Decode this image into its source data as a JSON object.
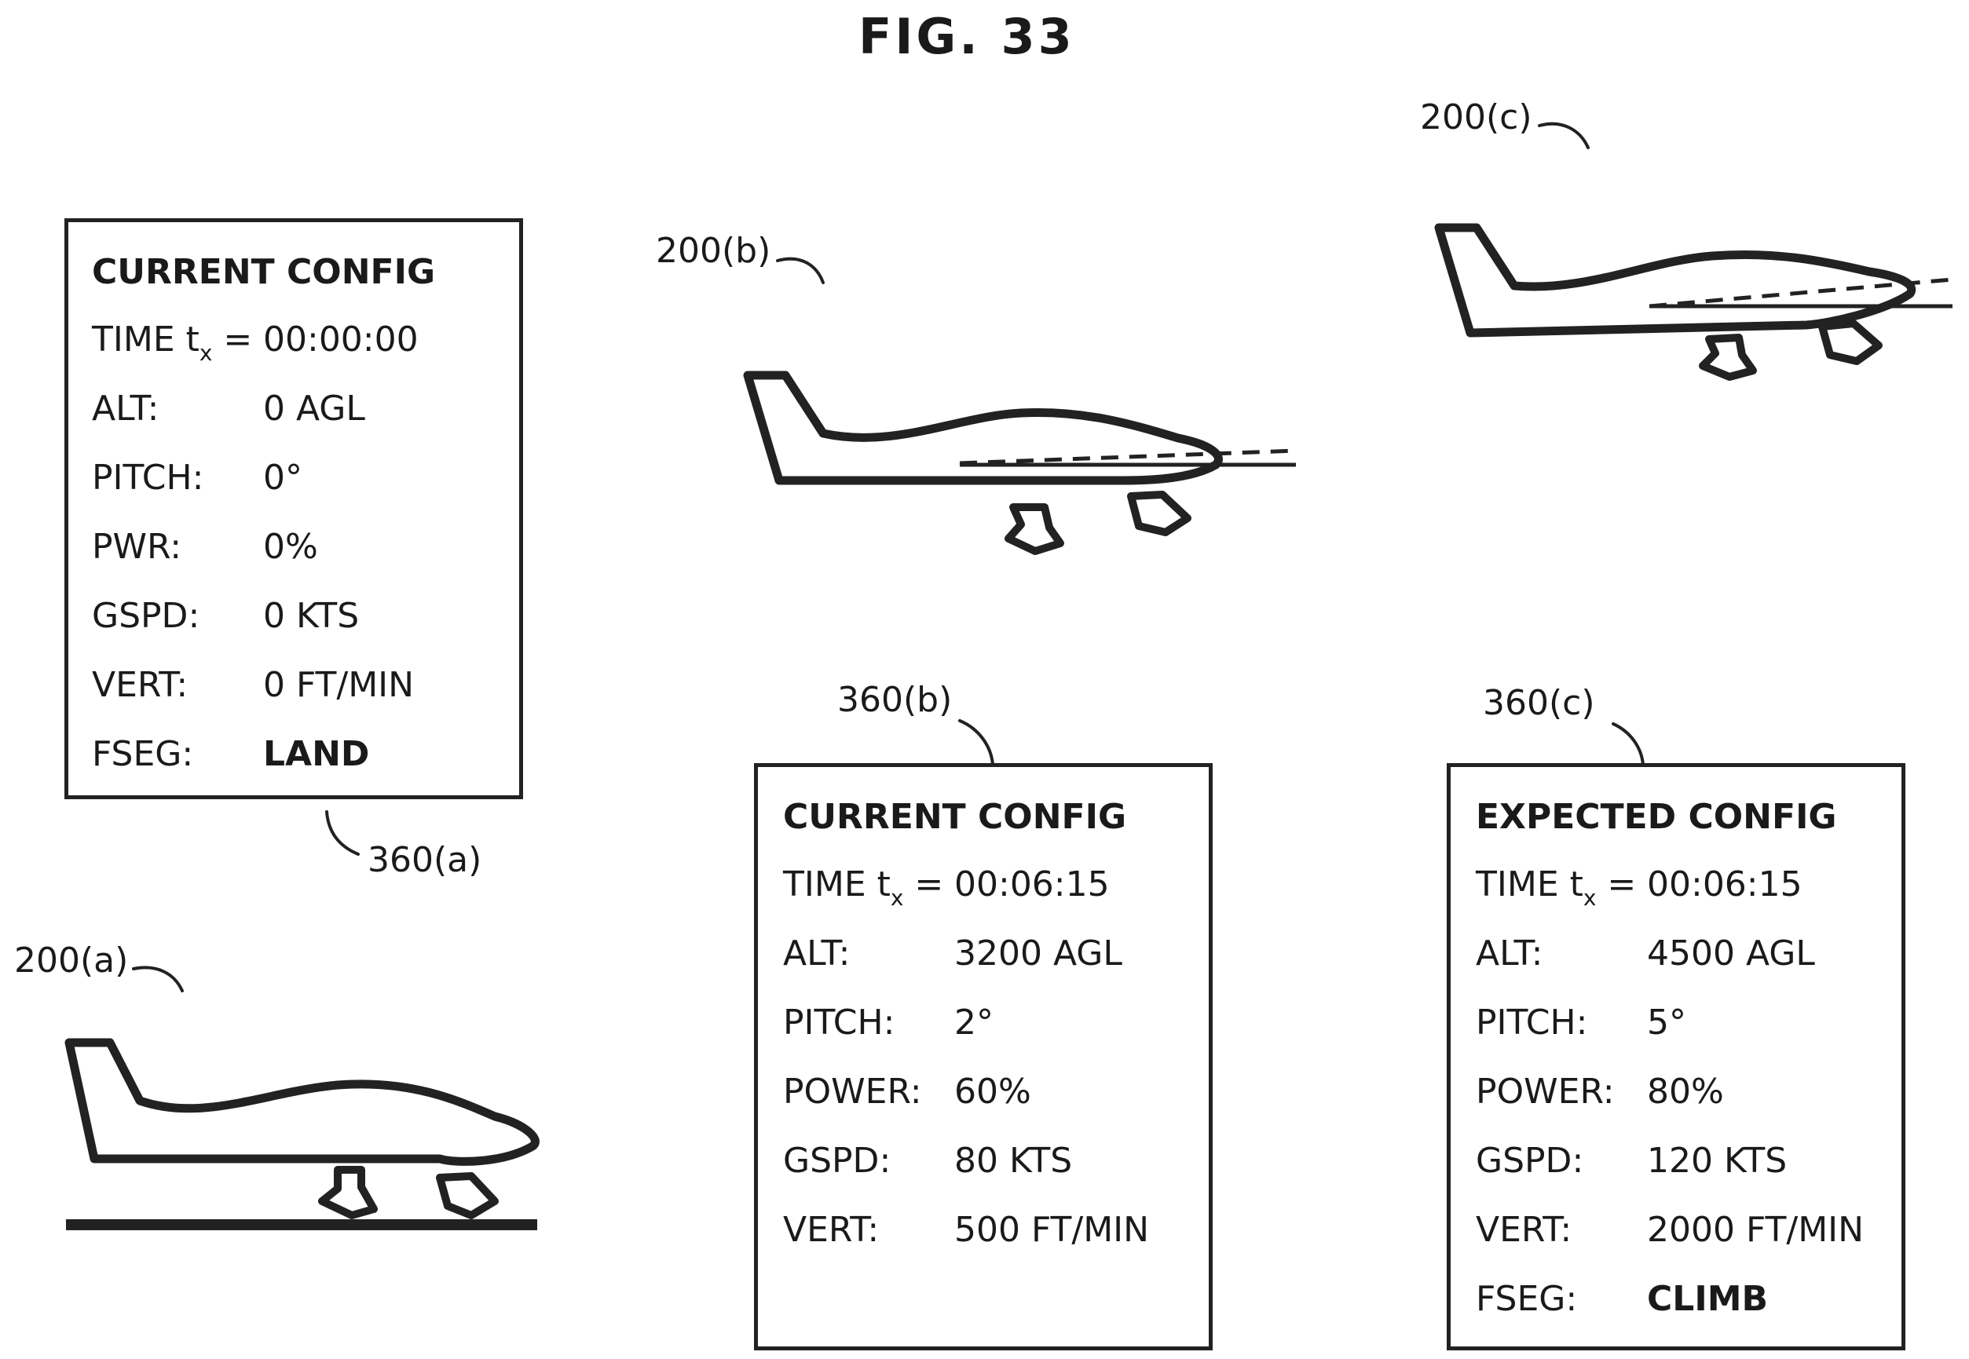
{
  "figure_title": "FIG. 33",
  "reference_labels": {
    "aircraft_a": "200(a)",
    "aircraft_b": "200(b)",
    "aircraft_c": "200(c)",
    "panel_a": "360(a)",
    "panel_b": "360(b)",
    "panel_c": "360(c)"
  },
  "panels": {
    "a": {
      "heading": "CURRENT CONFIG",
      "time_label_prefix": "TIME t",
      "time_label_sub": "x",
      "time_label_suffix": " =",
      "time_value": "00:00:00",
      "rows": [
        {
          "label": "ALT:",
          "value": "0 AGL"
        },
        {
          "label": "PITCH:",
          "value": "0°"
        },
        {
          "label": "PWR:",
          "value": "0%"
        },
        {
          "label": "GSPD:",
          "value": "0 KTS"
        },
        {
          "label": "VERT:",
          "value": "0 FT/MIN"
        },
        {
          "label": "FSEG:",
          "value": "LAND"
        }
      ]
    },
    "b": {
      "heading": "CURRENT CONFIG",
      "time_label_prefix": "TIME t",
      "time_label_sub": "x",
      "time_label_suffix": " =",
      "time_value": "00:06:15",
      "rows": [
        {
          "label": "ALT:",
          "value": "3200 AGL"
        },
        {
          "label": "PITCH:",
          "value": "2°"
        },
        {
          "label": "POWER:",
          "value": "60%"
        },
        {
          "label": "GSPD:",
          "value": "80 KTS"
        },
        {
          "label": "VERT:",
          "value": "500 FT/MIN"
        }
      ]
    },
    "c": {
      "heading": "EXPECTED CONFIG",
      "time_label_prefix": "TIME t",
      "time_label_sub": "x",
      "time_label_suffix": " =",
      "time_value": "00:06:15",
      "rows": [
        {
          "label": "ALT:",
          "value": "4500 AGL"
        },
        {
          "label": "PITCH:",
          "value": "5°"
        },
        {
          "label": "POWER:",
          "value": "80%"
        },
        {
          "label": "GSPD:",
          "value": "120 KTS"
        },
        {
          "label": "VERT:",
          "value": "2000 FT/MIN"
        },
        {
          "label": "FSEG:",
          "value": "CLIMB"
        }
      ]
    }
  },
  "colors": {
    "line": "#222222",
    "background": "#ffffff"
  }
}
